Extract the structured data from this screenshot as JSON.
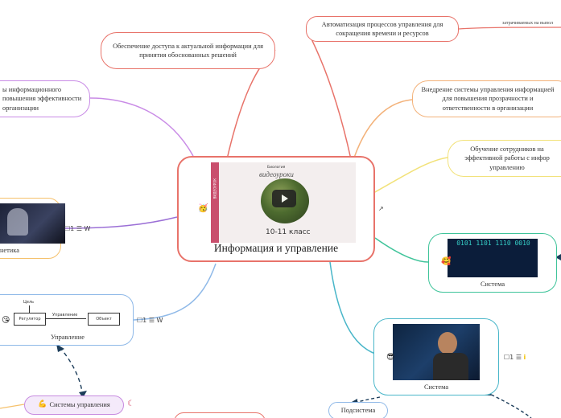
{
  "map": {
    "root": {
      "title": "Информация и управление",
      "video": {
        "series_line1": "Биология",
        "series_line2": "видеоуроки",
        "grade": "10-11 класс",
        "side_label": "ВИДЕОУРОК"
      },
      "emoji": "🥳"
    },
    "nodes": {
      "automation": "Автоматизация процессов управления для сокращения времени и ресурсов",
      "access": "Обеспечение доступа к актуальной информации для принятия обоснованных решений",
      "info_systems": "ы информационного повышения эффективности организации",
      "management_system": "Внедрение системы управления информацией для повышения прозрачности и ответственности в организации",
      "training": "Обучение сотрудников на эффективной работы с инфор управлению",
      "system_top": "Система",
      "system_bottom": "Система",
      "cybernetics": "ернетика",
      "upravlenie": "Управление",
      "systems_upravleniya": "Системы управления",
      "podsistema": "Подсистема"
    },
    "emojis": {
      "system_top": "🥰",
      "system_bottom": "😎",
      "upravlenie": "😘",
      "systems_upravleniya": "💪",
      "systems_upravleniya_right": "☾"
    },
    "tiny_note": "затрачиваемых на выпол",
    "diagram": {
      "goal": "Цель",
      "regulator": "Регулятор",
      "control": "Управление",
      "object": "Объект"
    },
    "meta": {
      "count": "1",
      "list_icon": "list-icon",
      "wiki_icon": "wiki-icon",
      "comment_icon": "comment-icon",
      "link_icon": "external-link-icon"
    },
    "binary_text": "0101 1101 1110 0010",
    "colors": {
      "automation": "#e8736a",
      "access": "#e8736a",
      "info_systems": "#c98be6",
      "management_system": "#f3b27a",
      "training": "#f2e27a",
      "system_top": "#3fc49a",
      "system_bottom": "#49b6c9",
      "cybernetics": "#f5c16c",
      "upravlenie": "#8fb9e8",
      "systems_upravleniya": "#c78be0",
      "podsistema": "#8fb9e8",
      "root": "#e8736a",
      "root_side": "#c94f6d"
    }
  }
}
